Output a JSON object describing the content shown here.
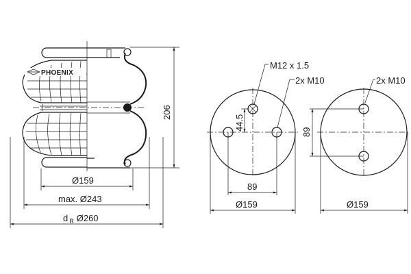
{
  "brand": "PHOENIX",
  "side_view": {
    "height_label": "206",
    "d159_label": "Ø159",
    "max_label": "max. Ø243",
    "dr_label": "d",
    "dr_sub": "R",
    "dr_value": "Ø260"
  },
  "top_plate": {
    "thread_label": "M12 x 1.5",
    "bolt_label": "2x M10",
    "offset_label": "44.5",
    "spacing_label": "89",
    "diameter_label": "Ø159"
  },
  "bottom_plate": {
    "bolt_label": "2x M10",
    "spacing_label": "89",
    "diameter_label": "Ø159"
  }
}
